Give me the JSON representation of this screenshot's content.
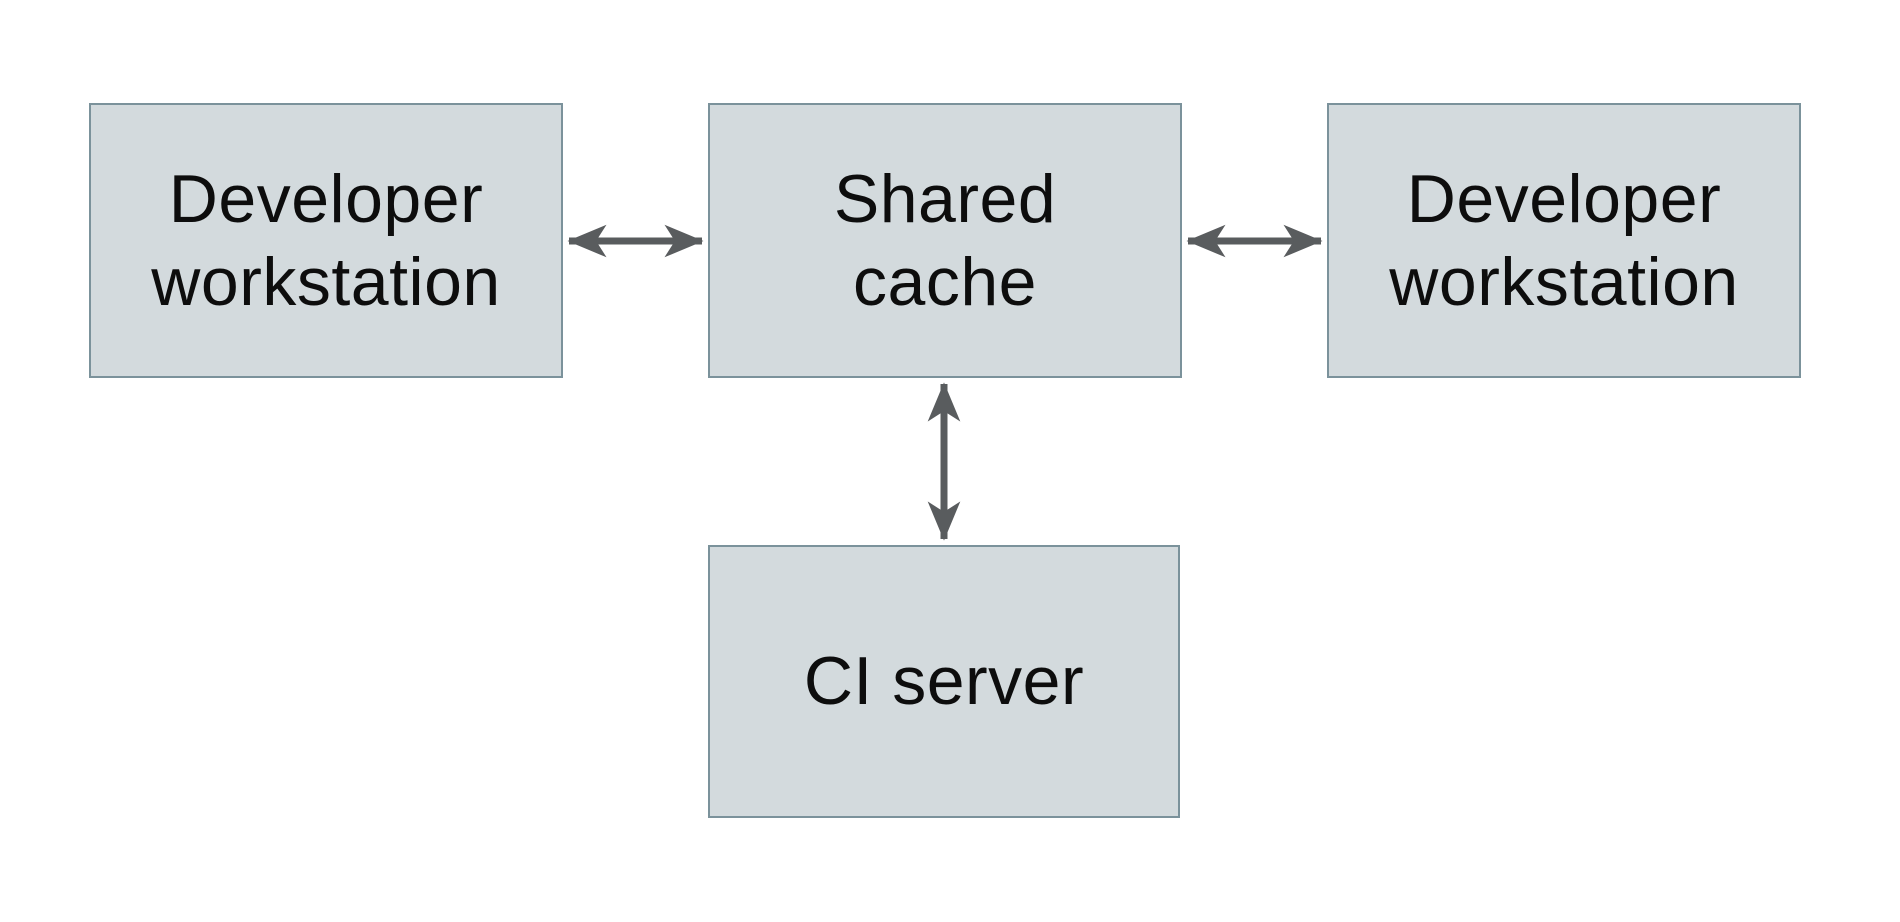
{
  "diagram": {
    "type": "architecture-diagram",
    "nodes": [
      {
        "id": "developer-workstation-left",
        "label": "Developer\nworkstation"
      },
      {
        "id": "shared-cache",
        "label": "Shared\ncache"
      },
      {
        "id": "developer-workstation-right",
        "label": "Developer\nworkstation"
      },
      {
        "id": "ci-server",
        "label": "CI server"
      }
    ],
    "edges": [
      {
        "from": "developer-workstation-left",
        "to": "shared-cache",
        "bidirectional": true,
        "direction": "horizontal"
      },
      {
        "from": "shared-cache",
        "to": "developer-workstation-right",
        "bidirectional": true,
        "direction": "horizontal"
      },
      {
        "from": "shared-cache",
        "to": "ci-server",
        "bidirectional": true,
        "direction": "vertical"
      }
    ]
  },
  "colors": {
    "background": "#ffffff",
    "node_fill": "#d3dadd",
    "node_border": "#7b929b",
    "arrow": "#595c5e",
    "text": "#0d0d0d"
  }
}
